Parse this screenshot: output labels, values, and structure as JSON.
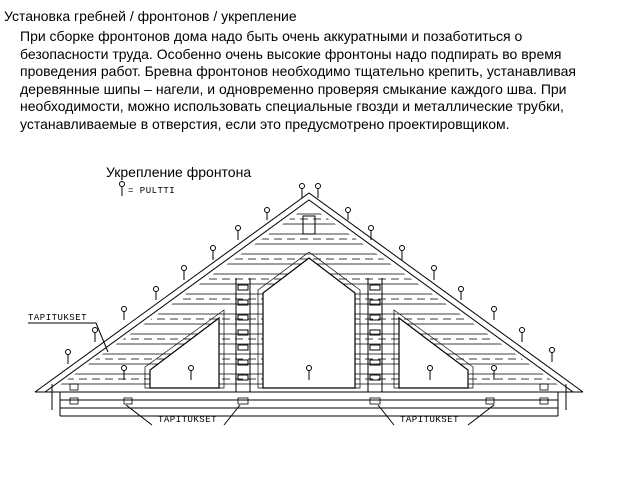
{
  "heading": "Установка гребней / фронтонов / укрепление",
  "paragraph": "При сборке фронтонов дома надо быть очень аккуратными и позаботиться о безопасности труда. Особенно очень высокие фронтоны надо подпирать во время проведения работ. Бревна фронтонов необходимо тщательно крепить, устанавливая деревянные шипы – нагели, и одновременно проверяя смыкание каждого шва. При необходимости, можно использовать специальные гвозди и металлические трубки, устанавливаемые в отверстия, если это предусмотрено проектировщиком.",
  "figure": {
    "title": "Укрепление фронтона",
    "legend_label": "= PULTTI",
    "callouts": {
      "left_top": "TAPITUKSET",
      "bottom_left": "TAPITUKSET",
      "bottom_right": "TAPITUKSET"
    }
  }
}
